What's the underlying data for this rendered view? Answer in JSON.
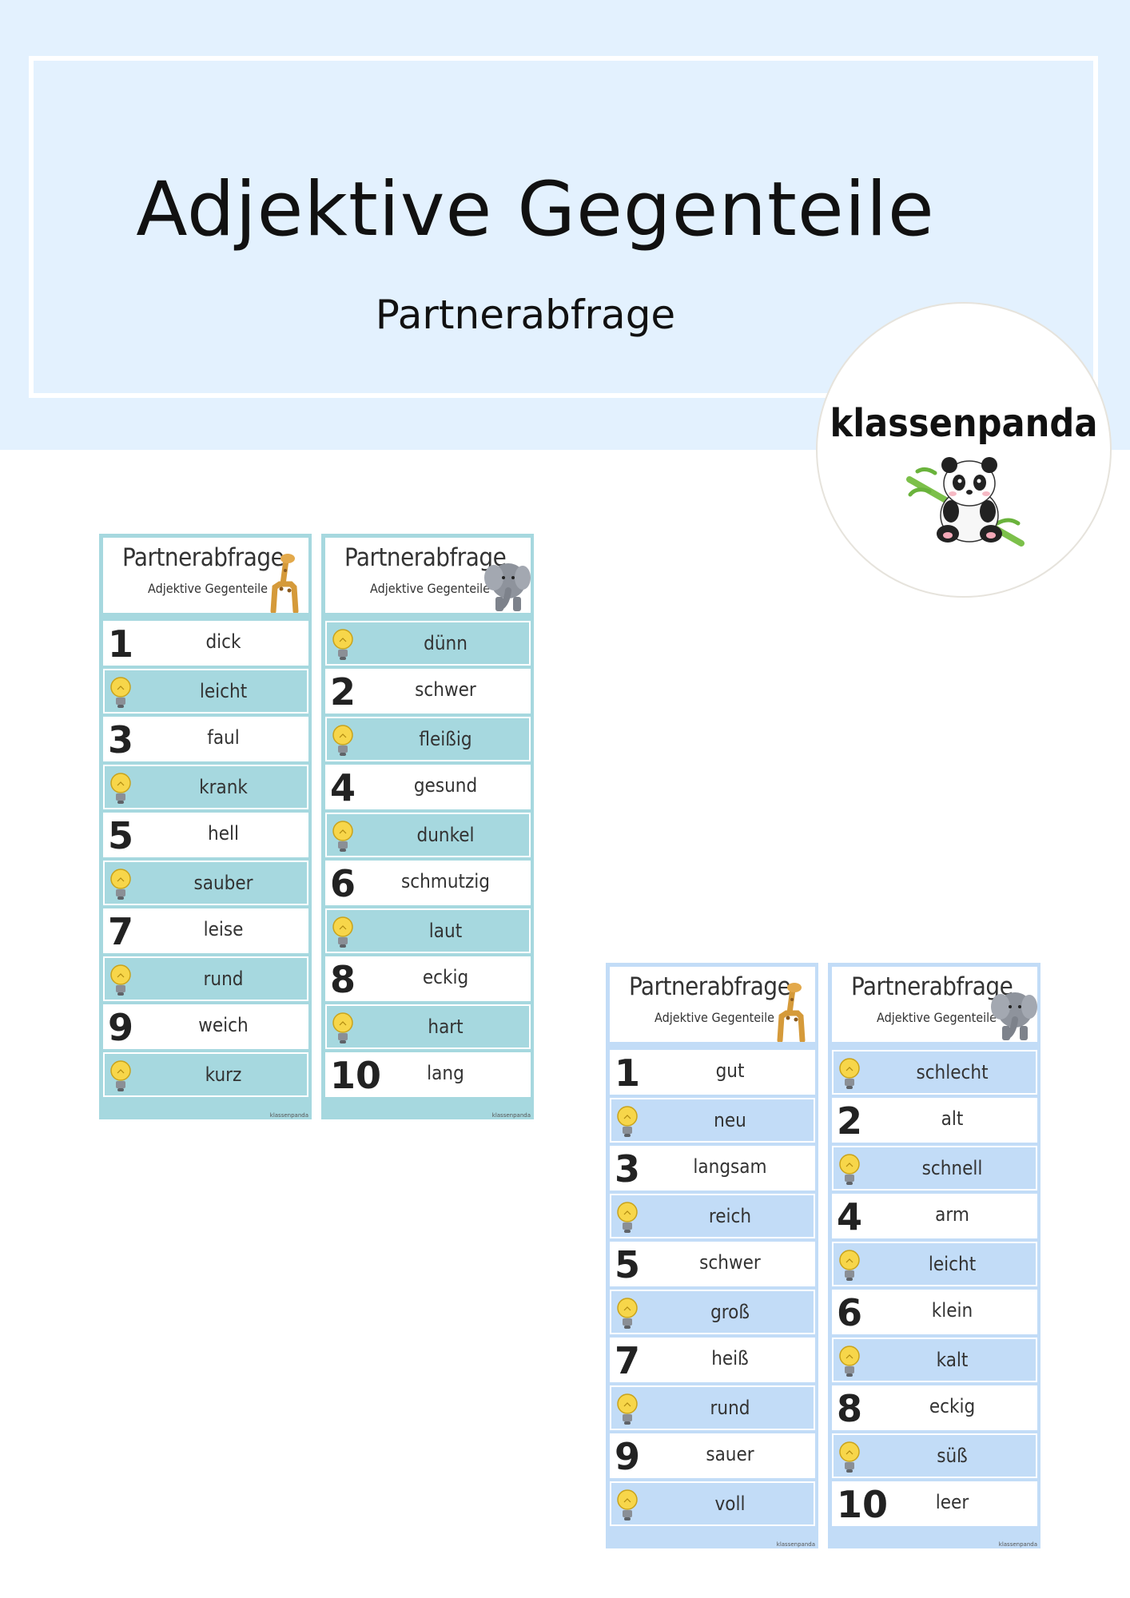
{
  "header": {
    "title": "Adjektive Gegenteile",
    "subtitle": "Partnerabfrage"
  },
  "badge": {
    "brand": "klassenpanda",
    "mascot_icon": "panda-icon"
  },
  "colors": {
    "header_band": "#e3f1fe",
    "teal_card": "#a6d8df",
    "blue_card": "#c2dcf7"
  },
  "cards": [
    {
      "title": "Partnerabfrage",
      "subtitle": "Adjektive Gegenteile",
      "animal_icon": "giraffe-icon",
      "footer": "klassenpanda",
      "rows": [
        {
          "marker": "1",
          "word": "dick"
        },
        {
          "marker": "bulb",
          "word": "leicht"
        },
        {
          "marker": "3",
          "word": "faul"
        },
        {
          "marker": "bulb",
          "word": "krank"
        },
        {
          "marker": "5",
          "word": "hell"
        },
        {
          "marker": "bulb",
          "word": "sauber"
        },
        {
          "marker": "7",
          "word": "leise"
        },
        {
          "marker": "bulb",
          "word": "rund"
        },
        {
          "marker": "9",
          "word": "weich"
        },
        {
          "marker": "bulb",
          "word": "kurz"
        }
      ]
    },
    {
      "title": "Partnerabfrage",
      "subtitle": "Adjektive Gegenteile",
      "animal_icon": "elephant-icon",
      "footer": "klassenpanda",
      "rows": [
        {
          "marker": "bulb",
          "word": "dünn"
        },
        {
          "marker": "2",
          "word": "schwer"
        },
        {
          "marker": "bulb",
          "word": "fleißig"
        },
        {
          "marker": "4",
          "word": "gesund"
        },
        {
          "marker": "bulb",
          "word": "dunkel"
        },
        {
          "marker": "6",
          "word": "schmutzig"
        },
        {
          "marker": "bulb",
          "word": "laut"
        },
        {
          "marker": "8",
          "word": "eckig"
        },
        {
          "marker": "bulb",
          "word": "hart"
        },
        {
          "marker": "10",
          "word": "lang"
        }
      ]
    },
    {
      "title": "Partnerabfrage",
      "subtitle": "Adjektive Gegenteile",
      "animal_icon": "giraffe-icon",
      "footer": "klassenpanda",
      "rows": [
        {
          "marker": "1",
          "word": "gut"
        },
        {
          "marker": "bulb",
          "word": "neu"
        },
        {
          "marker": "3",
          "word": "langsam"
        },
        {
          "marker": "bulb",
          "word": "reich"
        },
        {
          "marker": "5",
          "word": "schwer"
        },
        {
          "marker": "bulb",
          "word": "groß"
        },
        {
          "marker": "7",
          "word": "heiß"
        },
        {
          "marker": "bulb",
          "word": "rund"
        },
        {
          "marker": "9",
          "word": "sauer"
        },
        {
          "marker": "bulb",
          "word": "voll"
        }
      ]
    },
    {
      "title": "Partnerabfrage",
      "subtitle": "Adjektive Gegenteile",
      "animal_icon": "elephant-icon",
      "footer": "klassenpanda",
      "rows": [
        {
          "marker": "bulb",
          "word": "schlecht"
        },
        {
          "marker": "2",
          "word": "alt"
        },
        {
          "marker": "bulb",
          "word": "schnell"
        },
        {
          "marker": "4",
          "word": "arm"
        },
        {
          "marker": "bulb",
          "word": "leicht"
        },
        {
          "marker": "6",
          "word": "klein"
        },
        {
          "marker": "bulb",
          "word": "kalt"
        },
        {
          "marker": "8",
          "word": "eckig"
        },
        {
          "marker": "bulb",
          "word": "süß"
        },
        {
          "marker": "10",
          "word": "leer"
        }
      ]
    }
  ]
}
